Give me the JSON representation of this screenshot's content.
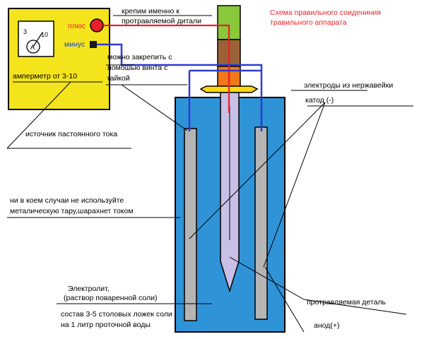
{
  "title": "Схема правильного соидениния травильного аппарата",
  "title_lines": [
    "Схема правильного соидениния",
    "травильного аппарата"
  ],
  "labels": {
    "plus": "плюс",
    "minus": "минус",
    "attach_part": [
      "крепим именно к",
      "протравляемой дитали"
    ],
    "attach_screw": [
      "можно закрепить с",
      "помошью винта с",
      "гайкой"
    ],
    "ammeter": "амперметр от 3-10",
    "ammeter_dial_low": "3",
    "ammeter_dial_high": "10",
    "ammeter_symbol": "A",
    "power_source": "источник пастоянного тока",
    "electrodes": "электроды из нержавейки",
    "cathode": "катод (-)",
    "warning": [
      "ни в коем случаи не используйте",
      "металическую тару,шарахнет током"
    ],
    "electrolyte": [
      "Электролит,",
      "(раствор поваренной соли)"
    ],
    "composition": [
      "состав 3-5 столовых ложек соли",
      "на 1 литр проточной воды"
    ],
    "workpiece": "протравляемая деталь",
    "anode": "анод(+)"
  },
  "colors": {
    "power_box": "#f4e41c",
    "container": "#2f93d8",
    "electrode": "#b5b5b5",
    "workpiece_blade": "#c8c0e6",
    "handle_top": "#88c83a",
    "handle_mid": "#9c6236",
    "handle_low": "#f07818",
    "guard": "#ffd812",
    "wire_plus": "#e8202a",
    "wire_minus": "#2f3bd0",
    "title_color": "#e8202a"
  }
}
